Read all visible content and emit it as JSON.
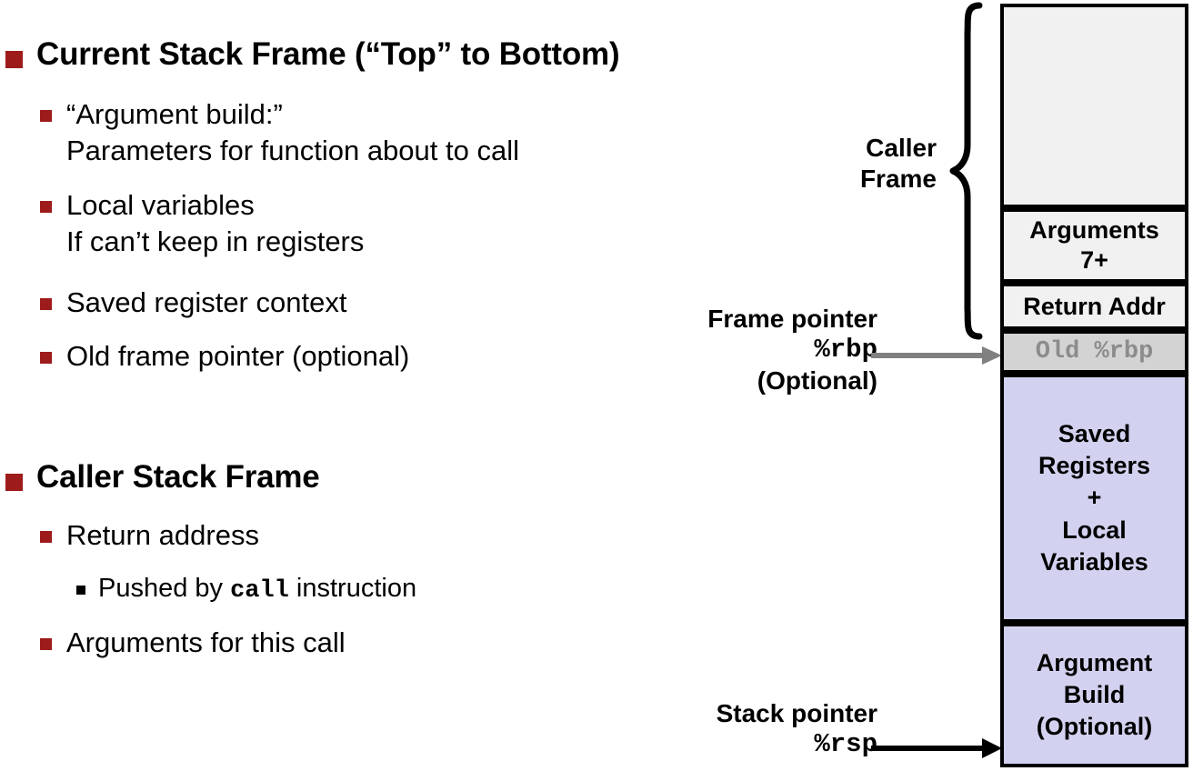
{
  "slide": {
    "title_level_bullets": [
      {
        "label": "Current Stack Frame (“Top” to Bottom)",
        "children": [
          {
            "line1": "“Argument build:”",
            "line2": "Parameters for function about to call"
          },
          {
            "line1": "Local variables",
            "line2": "If can’t keep in registers"
          },
          {
            "line1": "Saved register context",
            "line2": ""
          },
          {
            "line1": "Old frame pointer (optional)",
            "line2": ""
          }
        ]
      },
      {
        "label": "Caller Stack Frame",
        "children": [
          {
            "line1": "Return address",
            "line2": ""
          },
          {
            "line1": "Arguments for this call",
            "line2": ""
          }
        ],
        "subchild": {
          "pre": "Pushed by ",
          "code": "call",
          "post": " instruction"
        }
      }
    ]
  },
  "diagram": {
    "boxes": [
      {
        "name": "caller-frame-empty",
        "lines": [],
        "fill": "#F1F1F1"
      },
      {
        "name": "arguments-7-plus",
        "lines": [
          "Arguments",
          "7+"
        ],
        "fill": "#F1F1F1"
      },
      {
        "name": "return-addr",
        "lines": [
          "Return Addr"
        ],
        "fill": "#F1F1F1"
      },
      {
        "name": "old-rbp",
        "lines": [
          "Old %rbp"
        ],
        "fill": "#D3D3D3"
      },
      {
        "name": "saved-registers-locals",
        "lines": [
          "Saved",
          "Registers",
          "+",
          "Local",
          "Variables"
        ],
        "fill": "#D2D2F0"
      },
      {
        "name": "argument-build",
        "lines": [
          "Argument",
          "Build",
          "(Optional)"
        ],
        "fill": "#D2D2F0"
      }
    ],
    "caller_brace_label": {
      "line1": "Caller",
      "line2": "Frame"
    },
    "frame_pointer_label": {
      "line1": "Frame pointer",
      "register": "%rbp",
      "line3": "(Optional)"
    },
    "stack_pointer_label": {
      "line1": "Stack pointer",
      "register": "%rsp"
    }
  },
  "colors": {
    "bullet_red": "#9E1B1B",
    "box_light": "#F1F1F1",
    "box_gray": "#D3D3D3",
    "box_lavender": "#D2D2F0",
    "rbp_arrow": "#808080",
    "rsp_arrow": "#000000",
    "old_rbp_text": "#8C8C8C"
  }
}
